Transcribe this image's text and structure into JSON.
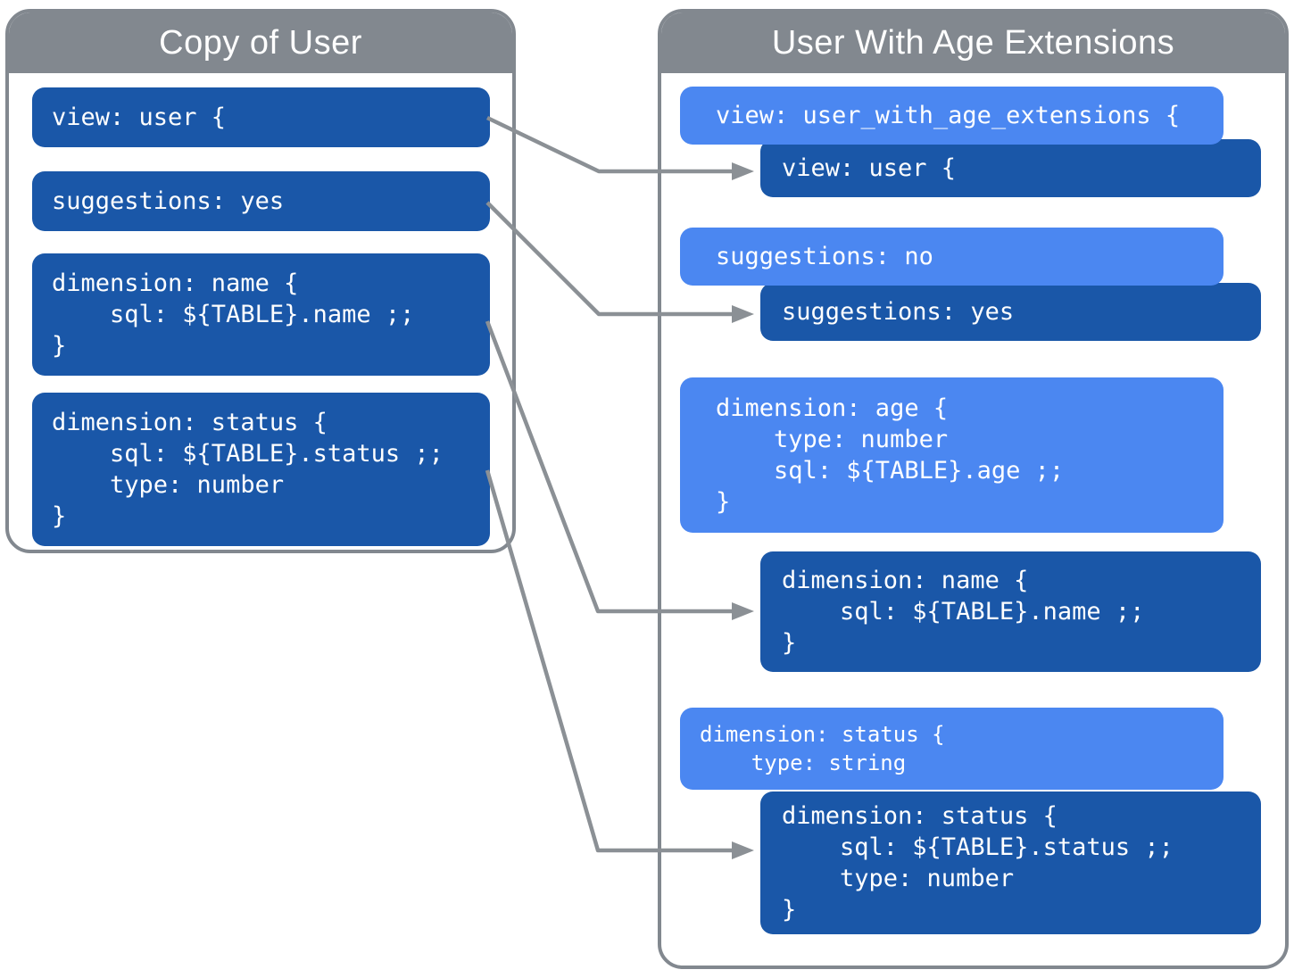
{
  "left_panel": {
    "title": "Copy of User",
    "blocks": [
      {
        "name": "view-user",
        "text": "view: user {"
      },
      {
        "name": "suggestions-yes",
        "text": "suggestions: yes"
      },
      {
        "name": "dimension-name",
        "text": "dimension: name {\n    sql: ${TABLE}.name ;;\n}"
      },
      {
        "name": "dimension-status",
        "text": "dimension: status {\n    sql: ${TABLE}.status ;;\n    type: number\n}"
      }
    ]
  },
  "right_panel": {
    "title": "User With Age Extensions",
    "blocks": [
      {
        "style": "light",
        "name": "view-user-with-age-extensions",
        "text": "view: user_with_age_extensions {"
      },
      {
        "style": "dark",
        "name": "inherited-view-user",
        "text": "view: user {"
      },
      {
        "style": "light",
        "name": "suggestions-no",
        "text": "suggestions: no"
      },
      {
        "style": "dark",
        "name": "inherited-suggestions-yes",
        "text": "suggestions: yes"
      },
      {
        "style": "light",
        "name": "dimension-age",
        "text": "dimension: age {\n    type: number\n    sql: ${TABLE}.age ;;\n}"
      },
      {
        "style": "dark",
        "name": "inherited-dimension-name",
        "text": "dimension: name {\n    sql: ${TABLE}.name ;;\n}"
      },
      {
        "style": "light",
        "name": "dimension-status-override",
        "text": "dimension: status {\n    type: string"
      },
      {
        "style": "dark",
        "name": "inherited-dimension-status",
        "text": "dimension: status {\n    sql: ${TABLE}.status ;;\n    type: number\n}"
      }
    ]
  },
  "colors": {
    "dark_blue": "#1a57a8",
    "light_blue": "#4b87f1",
    "panel_gray": "#82888f",
    "arrow_gray": "#8b9095",
    "text_white": "#ffffff"
  }
}
